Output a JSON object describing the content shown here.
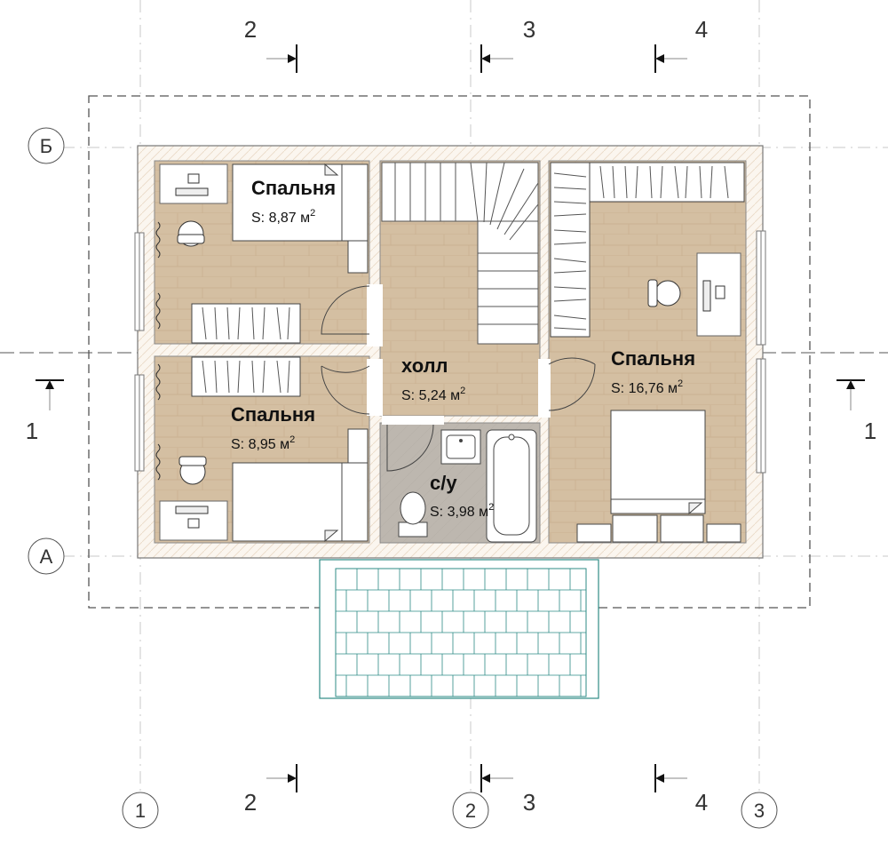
{
  "axes": {
    "letters": [
      "Б",
      "А"
    ],
    "numbers_bottom": [
      "1",
      "2",
      "3"
    ],
    "sections_top": [
      "2",
      "3",
      "4"
    ],
    "sections_bottom": [
      "2",
      "3",
      "4"
    ],
    "section_side": [
      "1",
      "1"
    ]
  },
  "rooms": {
    "bedroom_tl": {
      "title": "Спальня",
      "area": "S: 8,87 м",
      "sup": "2"
    },
    "bedroom_bl": {
      "title": "Спальня",
      "area": "S: 8,95 м",
      "sup": "2"
    },
    "hall": {
      "title": "холл",
      "area": "S: 5,24 м",
      "sup": "2"
    },
    "wc": {
      "title": "с/у",
      "area": "S: 3,98 м",
      "sup": "2"
    },
    "bedroom_r": {
      "title": "Спальня",
      "area": "S: 16,76 м",
      "sup": "2"
    }
  },
  "colors": {
    "floor_wood": "#d3bea1",
    "floor_tile": "#bcb6ae",
    "wall": "#ffffff",
    "line": "#444444",
    "porch": "#2e8b86"
  }
}
